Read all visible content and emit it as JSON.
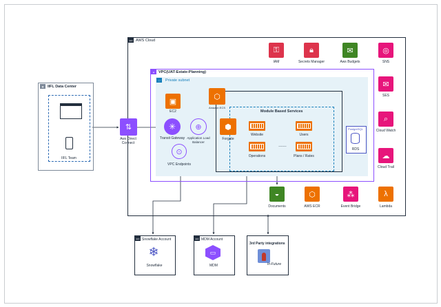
{
  "aws_cloud": {
    "title": "AWS Cloud"
  },
  "vpc": {
    "title": "VPC(UAT-Estate-Planning)"
  },
  "subnet": {
    "title": "Private subnet"
  },
  "modules": {
    "title": "Module Based Services",
    "dots": "......"
  },
  "datacenter": {
    "title": "IIFL Data Center",
    "team": "IIFL Team"
  },
  "nodes": {
    "direct_connect": "Aws Direct Connect",
    "ec2": "EC2",
    "transit_gateway": "Transit Gateway",
    "alb": "Application Load Balancer",
    "amazon_ecs": "Amazon ECS",
    "fargate": "Forgate",
    "website": "Website",
    "users": "Users",
    "operations": "Operations",
    "plans_rates": "Plans / Rates",
    "postgres_badge": "PostgreSQL",
    "rds": "RDS",
    "vpc_endpoints": "VPC Endpoints"
  },
  "services_top": [
    "IAM",
    "Secrets Manager",
    "Aws Budgets",
    "SNS"
  ],
  "services_right": [
    "SES",
    "Cloud Watch",
    "Cloud Trail"
  ],
  "services_bottom": [
    "Documents",
    "AWS ECR",
    "Event Bridge",
    "Lambda"
  ],
  "externals": {
    "snowflake_account": "Snowflake Account",
    "snowflake": "Snowflake",
    "mdm_account": "MDM Account",
    "mdm": "MDM",
    "third_party": "3rd Party integrations",
    "in_future": "In-Future"
  },
  "colors": {
    "security": "#dd344c",
    "integration": "#e7157b",
    "compute": "#ed7100",
    "storage": "#3f8624",
    "networking": "#8c4fff",
    "database": "#4b55c4",
    "vpc_border": "#8c4fff"
  }
}
